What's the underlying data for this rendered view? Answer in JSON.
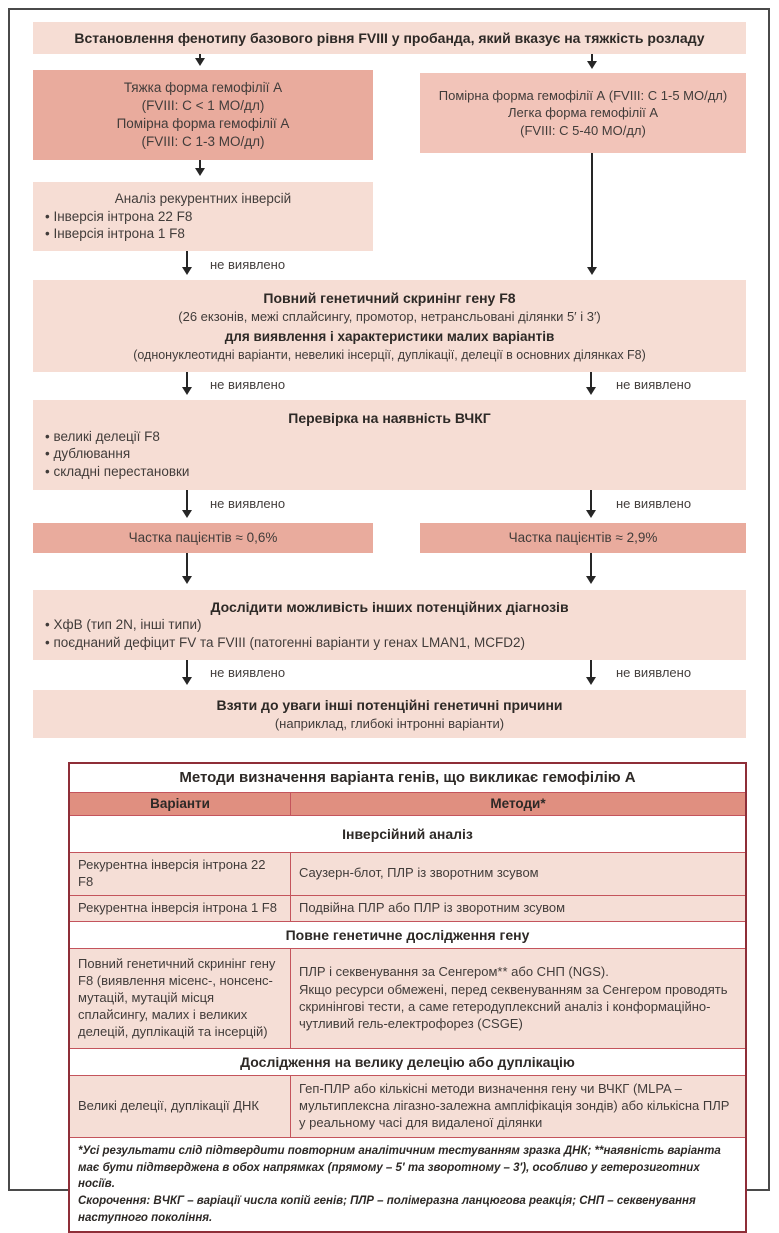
{
  "colors": {
    "light_pink": "#f6ddd4",
    "salmon_medium": "#e9ab9d",
    "salmon_soft": "#f2c4b9",
    "table_header": "#e08f80",
    "table_border_outer": "#8e2e38",
    "table_border_inner": "#c4545c"
  },
  "flow": {
    "title": "Встановлення фенотипу базового рівня FVIII у пробанда, який вказує на тяжкість розладу",
    "not_detected": "не виявлено",
    "severe_box": {
      "line1": "Тяжка форма гемофілії А",
      "line2": "(FVIII: C < 1 МО/дл)",
      "line3": "Помірна форма гемофілії А",
      "line4": "(FVIII: C 1-3 МО/дл)"
    },
    "mild_box": {
      "line1": "Помірна форма гемофілії А (FVIII: C 1-5 МО/дл)",
      "line2": "Легка форма гемофілії А",
      "line3": "(FVIII: C 5-40 МО/дл)"
    },
    "inversion_box": {
      "title": "Аналіз рекурентних інверсій",
      "bullet1": "• Інверсія інтрона 22 F8",
      "bullet2": "•  Інверсія інтрона 1 F8"
    },
    "screening_box": {
      "line1": "Повний генетичний скринінг гену F8",
      "line2": "(26 екзонів, межі сплайсингу, промотор, нетрансльовані ділянки 5′ і 3′)",
      "line3": "для виявлення і характеристики малих варіантів",
      "line4": "(однонуклеотидні варіанти, невеликі інсерції, дуплікації, делеції в основних ділянках F8)"
    },
    "cnv_box": {
      "title": "Перевірка на наявність ВЧКГ",
      "bullet1": "• великі делеції F8",
      "bullet2": "• дублювання",
      "bullet3": "• складні перестановки"
    },
    "share_left": "Частка пацієнтів ≈ 0,6%",
    "share_right": "Частка пацієнтів ≈ 2,9%",
    "other_box": {
      "title": "Дослідити можливість інших потенційних діагнозів",
      "bullet1": "• ХфВ (тип 2N, інші типи)",
      "bullet2": "• поєднаний дефіцит FV та FVIII (патогенні варіанти у генах LMAN1, MCFD2)"
    },
    "final_box": {
      "title": "Взяти до уваги інші потенційні генетичні причини",
      "subtitle": "(наприклад, глибокі інтронні варіанти)"
    }
  },
  "table": {
    "title": "Методи визначення варіанта генів, що викликає гемофілію А",
    "headers": {
      "variants": "Варіанти",
      "methods": "Методи*"
    },
    "section1": {
      "header": "Інверсійний аналіз",
      "row1": {
        "variant": "Рекурентна інверсія інтрона 22 F8",
        "method": "Саузерн-блот, ПЛР із зворотним зсувом"
      },
      "row2": {
        "variant": "Рекурентна інверсія інтрона 1 F8",
        "method": "Подвійна ПЛР або ПЛР із зворотним зсувом"
      }
    },
    "section2": {
      "header": "Повне генетичне дослідження гену",
      "row1": {
        "variant": "Повний генетичний скринінг гену F8 (виявлення місенс-, нонсенс-мутацій, мутацій місця сплайсингу, малих і великих делецій, дуплікацій та інсерцій)",
        "method_p1": "ПЛР і секвенування за Сенгером** або СНП (NGS).",
        "method_p2": "Якщо ресурси обмежені, перед секвенуванням за Сенгером проводять скринінгові тести, а саме гетеродуплексний аналіз і конформаційно-чутливий гель-електрофорез (CSGE)"
      }
    },
    "section3": {
      "header": "Дослідження на велику делецію або дуплікацію",
      "row1": {
        "variant": "Великі делеції, дуплікації ДНК",
        "method": "Геп-ПЛР або кількісні методи визначення гену чи ВЧКГ (MLPA – мультиплексна лігазно-залежна ампліфікація зондів) або кількісна ПЛР у реальному часі для видаленої ділянки"
      }
    },
    "footnote1": "*Усі результати слід підтвердити повторним аналітичним тестуванням зразка ДНК; **наявність варіанта має бути підтверджена в обох напрямках (прямому – 5′ та зворотному – 3′), особливо у гетерозиготних носіїв.",
    "footnote2": "Скорочення: ВЧКГ – варіації числа копій генів; ПЛР – полімеразна ланцюгова реакція; СНП – секвенування наступного покоління."
  }
}
